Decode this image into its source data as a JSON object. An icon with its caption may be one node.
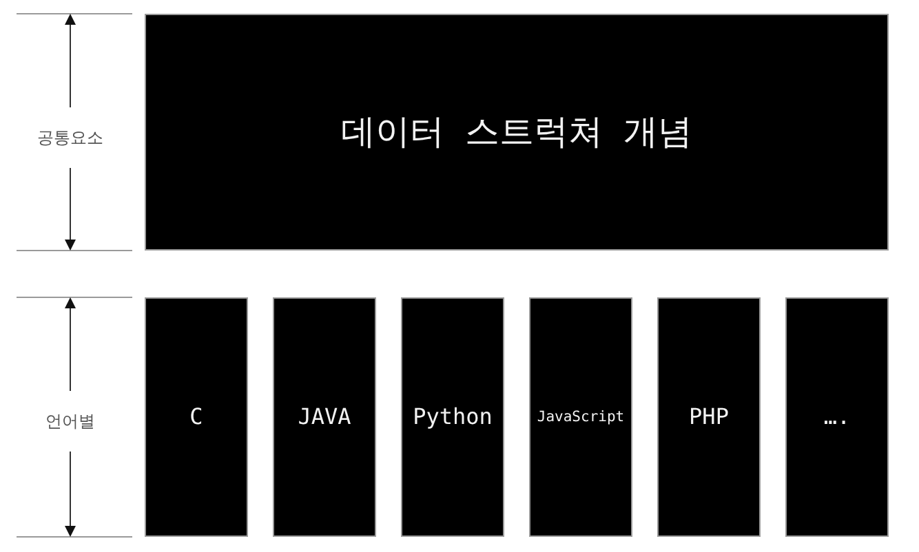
{
  "diagram": {
    "nodes": [
      {
        "text": [
          "데이터 스트럭쳐 개념"
        ]
      },
      {
        "text": [
          "C"
        ]
      },
      {
        "text": [
          "JAVA"
        ]
      },
      {
        "text": [
          "Python"
        ]
      },
      {
        "text": [
          "JavaScript"
        ]
      },
      {
        "text": [
          "PHP"
        ]
      },
      {
        "text": [
          "…."
        ]
      }
    ],
    "labels": [
      "공통요소",
      "언어별"
    ]
  }
}
